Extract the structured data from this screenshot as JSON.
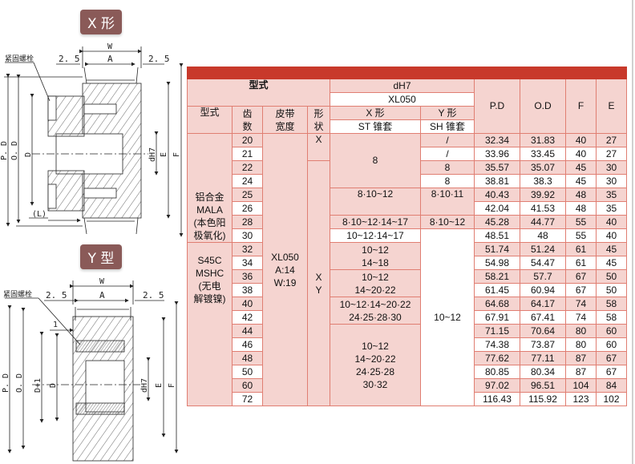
{
  "badges": {
    "x_form": "X 形",
    "y_form": "Y 型"
  },
  "diagram_x": {
    "bolt_label": "紧固螺栓",
    "dim_w": "W",
    "dim_a": "A",
    "dim_left": "2. 5",
    "dim_right": "2. 5",
    "dim_pd": "P. D",
    "dim_od": "O. D",
    "dim_d": "D",
    "dim_l": "(L)",
    "dim_dh7": "dH7",
    "dim_e": "E",
    "dim_f": "F"
  },
  "diagram_y": {
    "bolt_label": "紧固螺栓",
    "dim_w": "W",
    "dim_a": "A",
    "dim_left": "2. 5",
    "dim_right": "2. 5",
    "dim_one": "1",
    "dim_pd": "P. D",
    "dim_od": "O. D",
    "dim_d1": "D+1",
    "dim_d": "D",
    "dim_dh7": "dH7",
    "dim_e": "E",
    "dim_f": "F"
  },
  "table": {
    "header": {
      "model_group": "型式",
      "dh7": "dH7",
      "xl050": "XL050",
      "model": "型式",
      "teeth": [
        "齿",
        "数"
      ],
      "belt_width": [
        "皮带",
        "宽度"
      ],
      "shape": [
        "形",
        "状"
      ],
      "x_form": "X 形",
      "y_form": "Y 形",
      "st_sleeve": "ST 锥套",
      "sh_sleeve": "SH 锥套",
      "pd": "P.D",
      "od": "O.D",
      "f": "F",
      "e": "E"
    },
    "material_al": [
      "铝合金",
      "MALA",
      "(本色阳",
      "极氧化)"
    ],
    "material_steel": [
      "S45C",
      "MSHC",
      "(无电",
      "解镀镍)"
    ],
    "belt_spec": [
      "XL050",
      "A:14",
      "W:19"
    ],
    "shape_x": "X",
    "shape_xy": [
      "X",
      "Y"
    ],
    "x_bores": {
      "r20_24": "8",
      "r25_26": "8·10~12",
      "r28": "8·10~12·14~17",
      "r30": "10~12·14~17",
      "r32_34": [
        "10~12",
        "14~18"
      ],
      "r36_38": [
        "10~12",
        "14~20·22"
      ],
      "r40_42": [
        "10~12·14~20·22",
        "24·25·28·30"
      ],
      "r44_72": [
        "10~12",
        "14~20·22",
        "24·25·28",
        "30·32"
      ]
    },
    "y_bores": {
      "r20": "/",
      "r21": "/",
      "r22": "8",
      "r24": "8",
      "r25_26": "8·10·11",
      "r28": "8·10~12",
      "r30_72": "10~12"
    },
    "rows": [
      {
        "teeth": "20",
        "pd": "32.34",
        "od": "31.83",
        "f": "40",
        "e": "27"
      },
      {
        "teeth": "21",
        "pd": "33.96",
        "od": "33.45",
        "f": "40",
        "e": "27"
      },
      {
        "teeth": "22",
        "pd": "35.57",
        "od": "35.07",
        "f": "45",
        "e": "30"
      },
      {
        "teeth": "24",
        "pd": "38.81",
        "od": "38.3",
        "f": "45",
        "e": "30"
      },
      {
        "teeth": "25",
        "pd": "40.43",
        "od": "39.92",
        "f": "48",
        "e": "35"
      },
      {
        "teeth": "26",
        "pd": "42.04",
        "od": "41.53",
        "f": "48",
        "e": "35"
      },
      {
        "teeth": "28",
        "pd": "45.28",
        "od": "44.77",
        "f": "55",
        "e": "40"
      },
      {
        "teeth": "30",
        "pd": "48.51",
        "od": "48",
        "f": "55",
        "e": "40"
      },
      {
        "teeth": "32",
        "pd": "51.74",
        "od": "51.24",
        "f": "61",
        "e": "45"
      },
      {
        "teeth": "34",
        "pd": "54.98",
        "od": "54.47",
        "f": "61",
        "e": "45"
      },
      {
        "teeth": "36",
        "pd": "58.21",
        "od": "57.7",
        "f": "67",
        "e": "50"
      },
      {
        "teeth": "38",
        "pd": "61.45",
        "od": "60.94",
        "f": "67",
        "e": "50"
      },
      {
        "teeth": "40",
        "pd": "64.68",
        "od": "64.17",
        "f": "74",
        "e": "58"
      },
      {
        "teeth": "42",
        "pd": "67.91",
        "od": "67.41",
        "f": "74",
        "e": "58"
      },
      {
        "teeth": "44",
        "pd": "71.15",
        "od": "70.64",
        "f": "80",
        "e": "60"
      },
      {
        "teeth": "46",
        "pd": "74.38",
        "od": "73.87",
        "f": "80",
        "e": "60"
      },
      {
        "teeth": "48",
        "pd": "77.62",
        "od": "77.11",
        "f": "87",
        "e": "67"
      },
      {
        "teeth": "50",
        "pd": "80.85",
        "od": "80.34",
        "f": "87",
        "e": "67"
      },
      {
        "teeth": "60",
        "pd": "97.02",
        "od": "96.51",
        "f": "104",
        "e": "84"
      },
      {
        "teeth": "72",
        "pd": "116.43",
        "od": "115.92",
        "f": "123",
        "e": "102"
      }
    ]
  },
  "colors": {
    "header_red": "#c8392b",
    "cell_pink": "#f5d4d0",
    "border": "#e07e72",
    "badge": "#8a5a58"
  }
}
